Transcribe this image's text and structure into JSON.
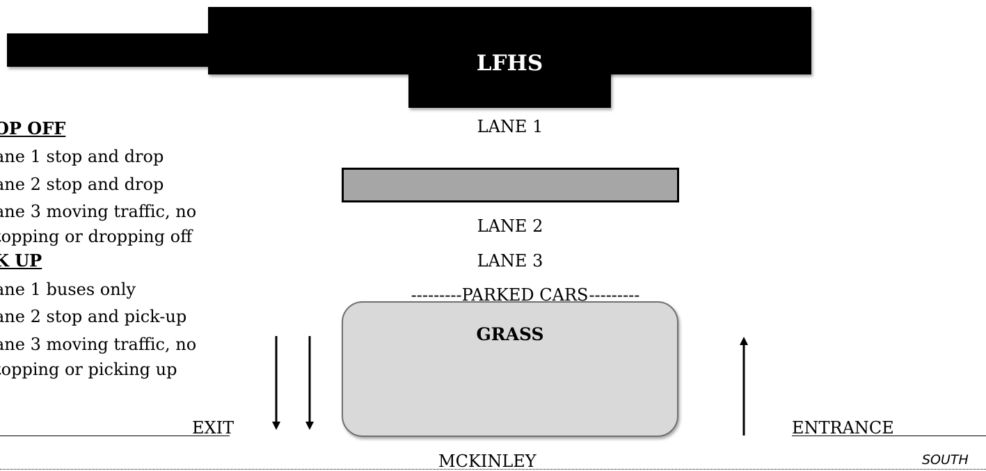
{
  "building": {
    "name": "LFHS"
  },
  "lanes": {
    "lane1": "LANE 1",
    "lane2": "LANE 2",
    "lane3": "LANE 3"
  },
  "parked_cars": "---------PARKED CARS---------",
  "grass": "GRASS",
  "legend": {
    "drop_off": {
      "heading": "OP OFF",
      "lines": [
        "ane 1 stop and drop",
        "ane 2 stop and drop",
        "ane 3 moving traffic, no",
        "topping or dropping off"
      ]
    },
    "pick_up": {
      "heading": "K UP",
      "lines": [
        "ane 1 buses only",
        "ane 2 stop and pick-up",
        "ane 3 moving traffic, no",
        "topping or picking up"
      ]
    }
  },
  "exit": "EXIT",
  "entrance": "ENTRANCE",
  "street": "MCKINLEY",
  "direction": "SOUTH"
}
